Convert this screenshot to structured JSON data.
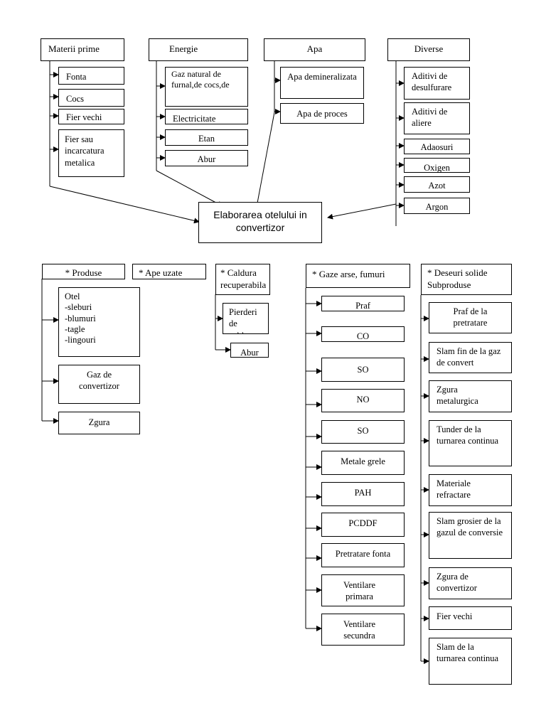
{
  "main": "Elaborarea otelului in convertizor",
  "inputs": {
    "materii_prime": {
      "header": "Materii   prime",
      "items": [
        "Fonta",
        "Cocs",
        "Fier  vechi",
        "Fier sau incarcatura metalica"
      ]
    },
    "energie": {
      "header": "Energie",
      "items": [
        "Gaz natural de furnal,de cocs,de",
        "Electricitate",
        "Etan",
        "Abur"
      ]
    },
    "apa": {
      "header": "Apa",
      "items": [
        "Apa demineralizata",
        "Apa de proces"
      ]
    },
    "diverse": {
      "header": "Diverse",
      "items": [
        "Aditivi de desulfurare",
        "Aditivi de aliere",
        "Adaosuri",
        "Oxigen",
        "Azot",
        "Argon"
      ]
    }
  },
  "outputs": {
    "produse": {
      "header": "* Produse",
      "items": [
        "Otel\n-sleburi\n-blumuri\n-tagle\n-lingouri",
        "Gaz de convertizor",
        "Zgura"
      ]
    },
    "ape_uzate": {
      "header": "* Ape uzate"
    },
    "caldura": {
      "header": "* Caldura recuperabila",
      "items": [
        "Pierderi de caldura",
        "Abur"
      ]
    },
    "gaze": {
      "header": "* Gaze arse, fumuri",
      "items": [
        "Praf",
        "CO",
        "SO",
        "NO",
        "SO",
        "Metale grele",
        "PAH",
        "PCDDF",
        "Pretratare fonta",
        "Ventilare primara",
        "Ventilare secundra"
      ]
    },
    "deseuri": {
      "header": "* Deseuri solide Subproduse",
      "items": [
        "Praf de la pretratare",
        "Slam fin de la gaz de convert",
        "Zgura metalurgica",
        "Tunder de la turnarea continua",
        "Materiale refractare",
        "Slam grosier de la gazul de conversie",
        "Zgura de convertizor",
        "Fier vechi",
        "Slam de la turnarea continua"
      ]
    }
  }
}
